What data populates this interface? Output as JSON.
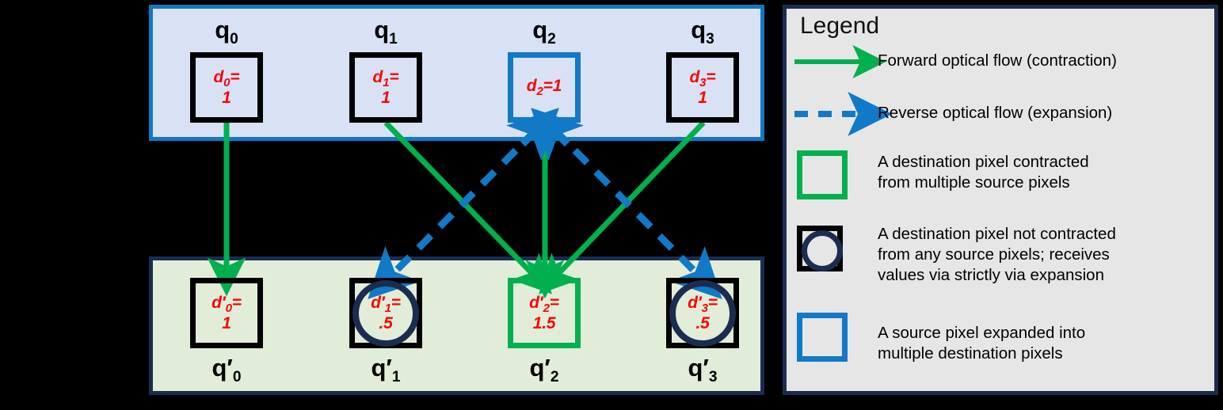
{
  "background_color": "#000000",
  "colors": {
    "green": "#00b04f",
    "blue": "#1279c6",
    "navy": "#1b2c50",
    "red": "#ff0000",
    "source_panel_fill": "#d9e2f5",
    "dest_panel_fill": "#e2edd9",
    "legend_fill": "#e6e6e6"
  },
  "source_row": {
    "label_prefix": "q",
    "pixels": [
      {
        "q_label": "q",
        "q_index": "0",
        "value_name": "d",
        "value_index": "0",
        "value_text": "d0=\n1",
        "value_num": 1,
        "border": "black",
        "shape": "square"
      },
      {
        "q_label": "q",
        "q_index": "1",
        "value_name": "d",
        "value_index": "1",
        "value_text": "d1=\n1",
        "value_num": 1,
        "border": "black",
        "shape": "square"
      },
      {
        "q_label": "q",
        "q_index": "2",
        "value_name": "d",
        "value_index": "2",
        "value_text": "d2=1",
        "value_num": 1,
        "border": "blue",
        "shape": "square"
      },
      {
        "q_label": "q",
        "q_index": "3",
        "value_name": "d",
        "value_index": "3",
        "value_text": "d3=\n1",
        "value_num": 1,
        "border": "black",
        "shape": "square"
      }
    ]
  },
  "dest_row": {
    "label_prefix": "q′",
    "pixels": [
      {
        "q_label": "q′",
        "q_index": "0",
        "value_name": "d′",
        "value_index": "0",
        "value_text": "d′0=\n1",
        "value_num": 1,
        "border": "black",
        "shape": "square"
      },
      {
        "q_label": "q′",
        "q_index": "1",
        "value_name": "d′",
        "value_index": "1",
        "value_text": "d′1=\n.5",
        "value_num": 0.5,
        "border": "black",
        "shape": "circle"
      },
      {
        "q_label": "q′",
        "q_index": "2",
        "value_name": "d′",
        "value_index": "2",
        "value_text": "d′2=\n1.5",
        "value_num": 1.5,
        "border": "green",
        "shape": "square"
      },
      {
        "q_label": "q′",
        "q_index": "3",
        "value_name": "d′",
        "value_index": "3",
        "value_text": "d′3=\n.5",
        "value_num": 0.5,
        "border": "black",
        "shape": "circle"
      }
    ]
  },
  "flows": {
    "forward": [
      {
        "from": "q0",
        "to": "q'0"
      },
      {
        "from": "q1",
        "to": "q'2"
      },
      {
        "from": "q2",
        "to": "q'2"
      },
      {
        "from": "q3",
        "to": "q'2"
      }
    ],
    "reverse": [
      {
        "from": "q2",
        "to": "q'1"
      },
      {
        "from": "q2",
        "to": "q'3"
      }
    ]
  },
  "legend": {
    "title": "Legend",
    "entries": [
      {
        "icon": "green-arrow-solid",
        "text": "Forward optical flow (contraction)"
      },
      {
        "icon": "blue-arrow-dashed",
        "text": "Reverse optical flow (expansion)"
      },
      {
        "icon": "green-square",
        "text": "A destination pixel contracted\nfrom multiple source pixels"
      },
      {
        "icon": "black-square-navy-circle",
        "text": "A destination pixel not contracted\nfrom any source pixels; receives\nvalues via strictly via expansion"
      },
      {
        "icon": "blue-square",
        "text": "A source pixel expanded into\nmultiple destination pixels"
      }
    ]
  }
}
